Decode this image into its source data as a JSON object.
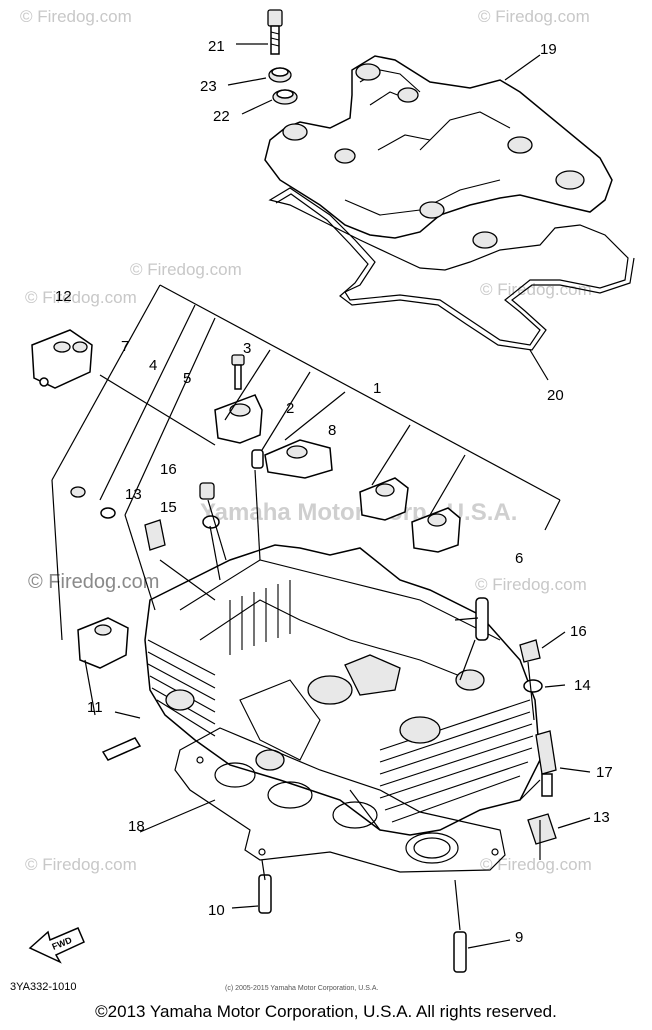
{
  "watermarks": {
    "corner": "© Firedog.com",
    "mid": "© Firedog.com",
    "corp": "Yamaha Motor Corp., U.S.A."
  },
  "labels": {
    "p1": "1",
    "p2": "2",
    "p3": "3",
    "p4": "4",
    "p5": "5",
    "p6": "6",
    "p7": "7",
    "p8": "8",
    "p9": "9",
    "p10": "10",
    "p11": "11",
    "p12": "12",
    "p13a": "13",
    "p13b": "13",
    "p14": "14",
    "p15": "15",
    "p16a": "16",
    "p16b": "16",
    "p17": "17",
    "p18": "18",
    "p19": "19",
    "p20": "20",
    "p21": "21",
    "p22": "22",
    "p23": "23"
  },
  "fwd": "FWD",
  "diagram_code": "3YA332-1010",
  "small_copyright": "(c) 2005-2015 Yamaha Motor Corporation, U.S.A.",
  "footer": "©2013 Yamaha Motor Corporation, U.S.A. All rights reserved."
}
